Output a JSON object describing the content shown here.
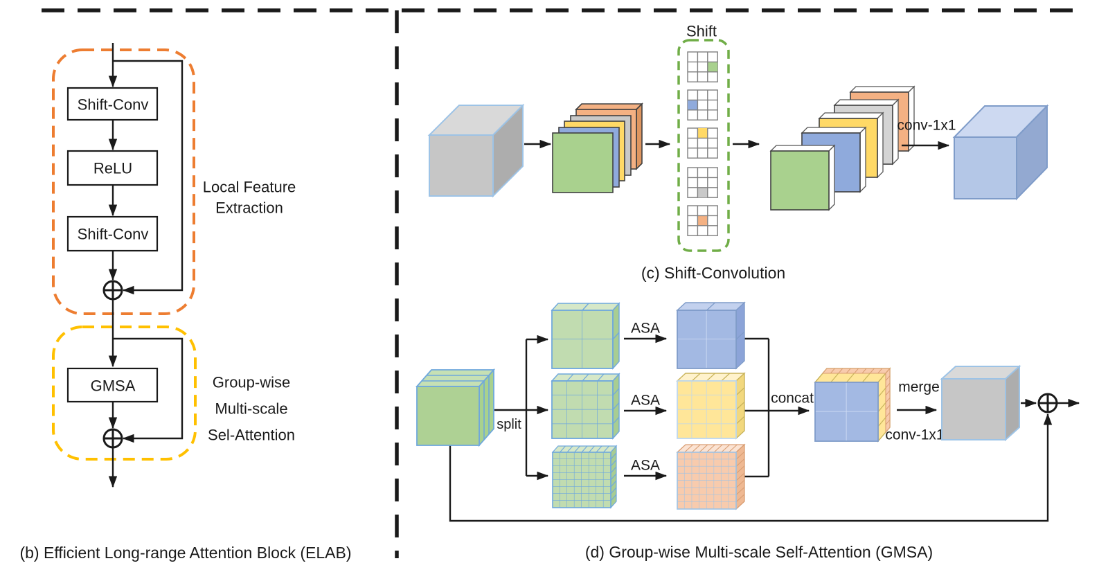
{
  "panel_b": {
    "caption": "(b) Efficient Long-range Attention Block (ELAB)",
    "box_shift_conv_1": "Shift-Conv",
    "box_relu": "ReLU",
    "box_shift_conv_2": "Shift-Conv",
    "box_gmsa": "GMSA",
    "local_feature_label": [
      "Local Feature",
      "Extraction"
    ],
    "group_label": [
      "Group-wise",
      "Multi-scale",
      "Sel-Attention"
    ]
  },
  "panel_c": {
    "caption": "(c) Shift-Convolution",
    "shift_label": "Shift",
    "conv1x1_label": "conv-1x1"
  },
  "panel_d": {
    "caption": "(d) Group-wise Multi-scale Self-Attention (GMSA)",
    "split_label": "split",
    "asa_label_1": "ASA",
    "asa_label_2": "ASA",
    "asa_label_3": "ASA",
    "concat_label": "concat",
    "merge_label": "merge",
    "conv1x1_label": "conv-1x1"
  },
  "colors": {
    "dashed_orange": "#ED7D31",
    "dashed_yellow": "#FFC000",
    "dashed_green": "#70AD47",
    "green": "#A9D18E",
    "blue": "#8FAADC",
    "yellow": "#FFD966",
    "orange": "#F4B183",
    "gray": "#BFBFBF",
    "light_blue_cube": "#B4C7E7",
    "cube_edge_blue": "#9DC3E6"
  }
}
